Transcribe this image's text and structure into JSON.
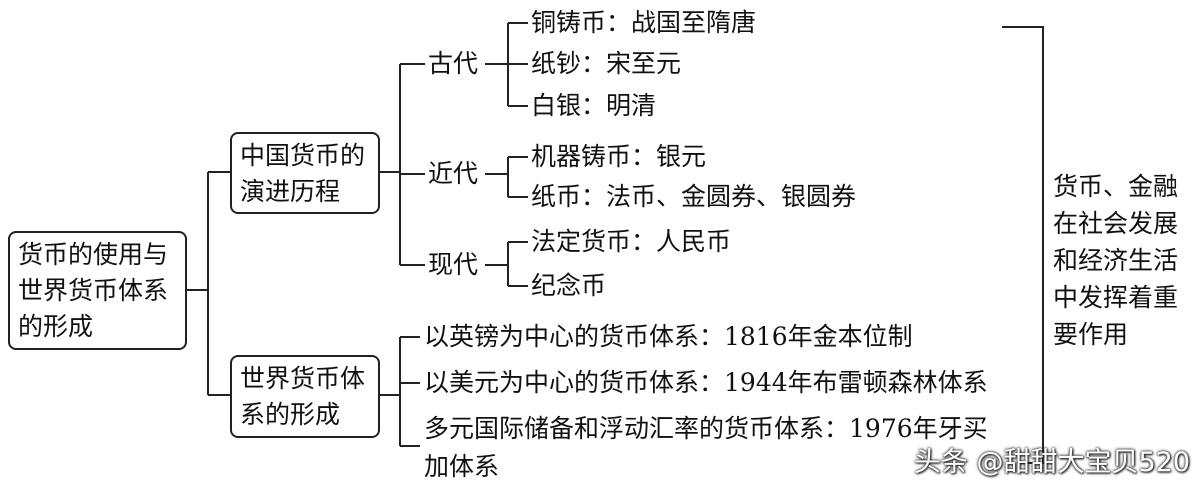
{
  "root": {
    "lines": [
      "货币的使用与",
      "世界货币体系",
      "的形成"
    ]
  },
  "branch_china": {
    "lines": [
      "中国货币的",
      "演进历程"
    ]
  },
  "branch_world": {
    "lines": [
      "世界货币体",
      "系的形成"
    ]
  },
  "china_periods": [
    {
      "label": "古代",
      "items": [
        "铜铸币：战国至隋唐",
        "纸钞：宋至元",
        "白银：明清"
      ]
    },
    {
      "label": "近代",
      "items": [
        "机器铸币：银元",
        "纸币：法币、金圆券、银圆券"
      ]
    },
    {
      "label": "现代",
      "items": [
        "法定货币：人民币",
        "纪念币"
      ]
    }
  ],
  "world_items": [
    "以英镑为中心的货币体系：1816年金本位制",
    "以美元为中心的货币体系：1944年布雷顿森林体系",
    "多元国际储备和浮动汇率的货币体系：1976年牙买",
    "加体系"
  ],
  "conclusion": {
    "lines": [
      "货币、金融",
      "在社会发展",
      "和经济生活",
      "中发挥着重",
      "要作用"
    ]
  },
  "watermark": "头条 @甜甜大宝贝520"
}
